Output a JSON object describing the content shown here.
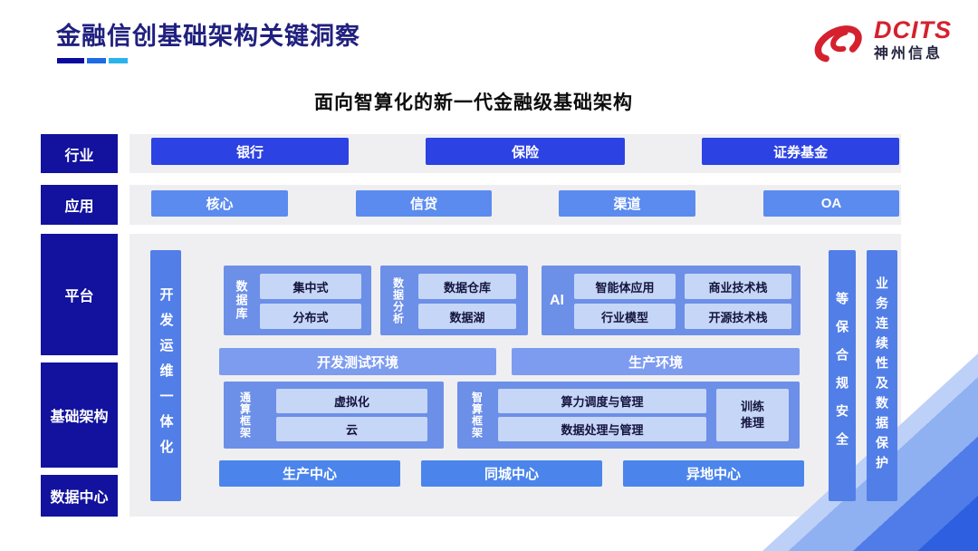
{
  "header": {
    "title": "金融信创基础架构关键洞察",
    "logo_brand": "DCITS",
    "logo_company": "神州信息"
  },
  "diagram": {
    "title": "面向智算化的新一代金融级基础架构"
  },
  "sidebar": {
    "items": [
      "行业",
      "应用",
      "平台",
      "基础架构",
      "数据中心"
    ]
  },
  "rows": {
    "industry": [
      "银行",
      "保险",
      "证券基金"
    ],
    "application": [
      "核心",
      "信贷",
      "渠道",
      "OA"
    ]
  },
  "bars": {
    "devops": "开发运维一体化",
    "security": "等保合规安全",
    "continuity": "业务连续性及数据保护"
  },
  "blocks": {
    "database": {
      "label": "数据库",
      "items": [
        "集中式",
        "分布式"
      ]
    },
    "analytics": {
      "label": "数据分析",
      "items": [
        "数据仓库",
        "数据湖"
      ]
    },
    "ai": {
      "label": "AI",
      "items": [
        "智能体应用",
        "商业技术栈",
        "行业模型",
        "开源技术栈"
      ]
    },
    "general": {
      "label": "通算框架",
      "items": [
        "虚拟化",
        "云"
      ]
    },
    "smart": {
      "label": "智算框架",
      "items": [
        "算力调度与管理",
        "数据处理与管理"
      ],
      "side_box": "训练\n推理"
    }
  },
  "envs": [
    "开发测试环境",
    "生产环境"
  ],
  "datacenters": [
    "生产中心",
    "同城中心",
    "异地中心"
  ],
  "colors": {
    "title_navy": "#20207f",
    "sidebar_navy": "#12129e",
    "primary_blue": "#2c42e2",
    "mid_blue": "#5b8bee",
    "bar_blue": "#527ee8",
    "block_blue": "#6c8fe8",
    "inner_light_blue": "#c6d6f7",
    "panel_gray": "#efeff2",
    "brand_red": "#d5212e"
  }
}
